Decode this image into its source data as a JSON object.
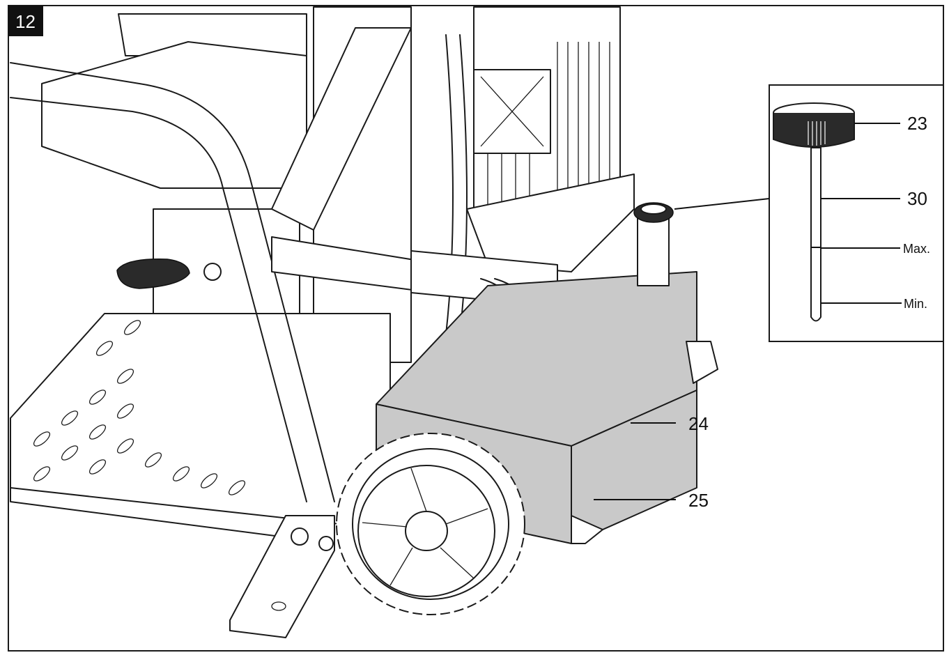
{
  "figure": {
    "number": "12"
  },
  "callouts": {
    "c23": "23",
    "c30": "30",
    "max": "Max.",
    "min": "Min.",
    "c24": "24",
    "c25": "25"
  },
  "colors": {
    "line": "#1a1a1a",
    "tank_fill": "#c9c9c9",
    "badge": "#111111",
    "background": "#ffffff"
  },
  "icons": [
    "oil-tank-illustration",
    "dipstick-cap-illustration",
    "wheel-illustration",
    "motor-illustration"
  ]
}
